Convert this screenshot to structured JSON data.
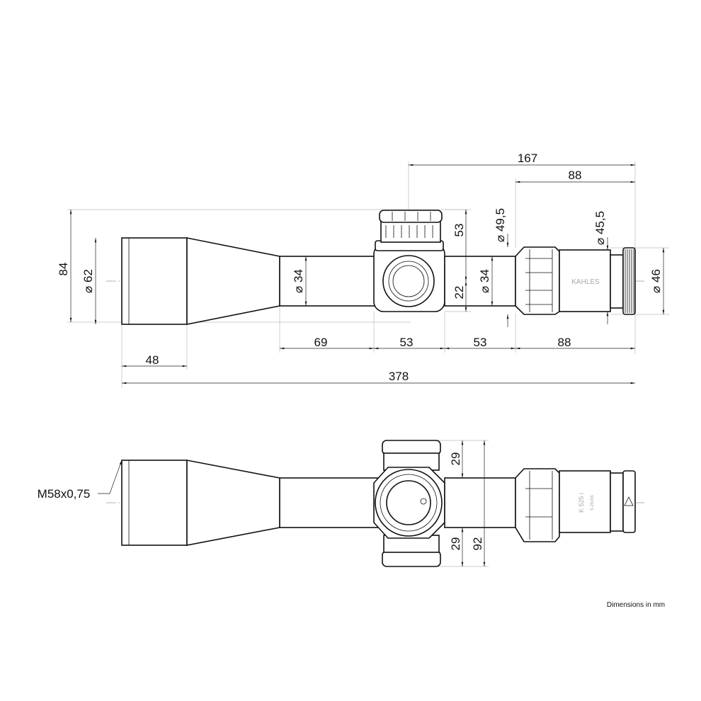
{
  "top_view": {
    "dimensions": {
      "overall_length": "378",
      "turret_to_eyepiece": "167",
      "eyepiece_length": "88",
      "eyepiece_length_bottom": "88",
      "objective_bell_length": "48",
      "front_tube": "69",
      "turret_housing": "53",
      "rear_tube": "53",
      "height_total": "84",
      "objective_diameter": "⌀ 62",
      "tube_diameter_front": "⌀ 34",
      "tube_diameter_rear": "⌀ 34",
      "turret_height_above": "53",
      "turret_below": "22",
      "eyepiece_diameter": "⌀ 49,5",
      "ocular_body_diameter": "⌀ 45,5",
      "ocular_diameter": "⌀ 46"
    },
    "brand": "KAHLES"
  },
  "bottom_view": {
    "dimensions": {
      "turret_top": "29",
      "turret_bottom": "29",
      "turret_total": "92",
      "thread": "M58x0,75"
    },
    "model": "K 525 i",
    "magnification": "5-25x56"
  },
  "note": "Dimensions in mm"
}
